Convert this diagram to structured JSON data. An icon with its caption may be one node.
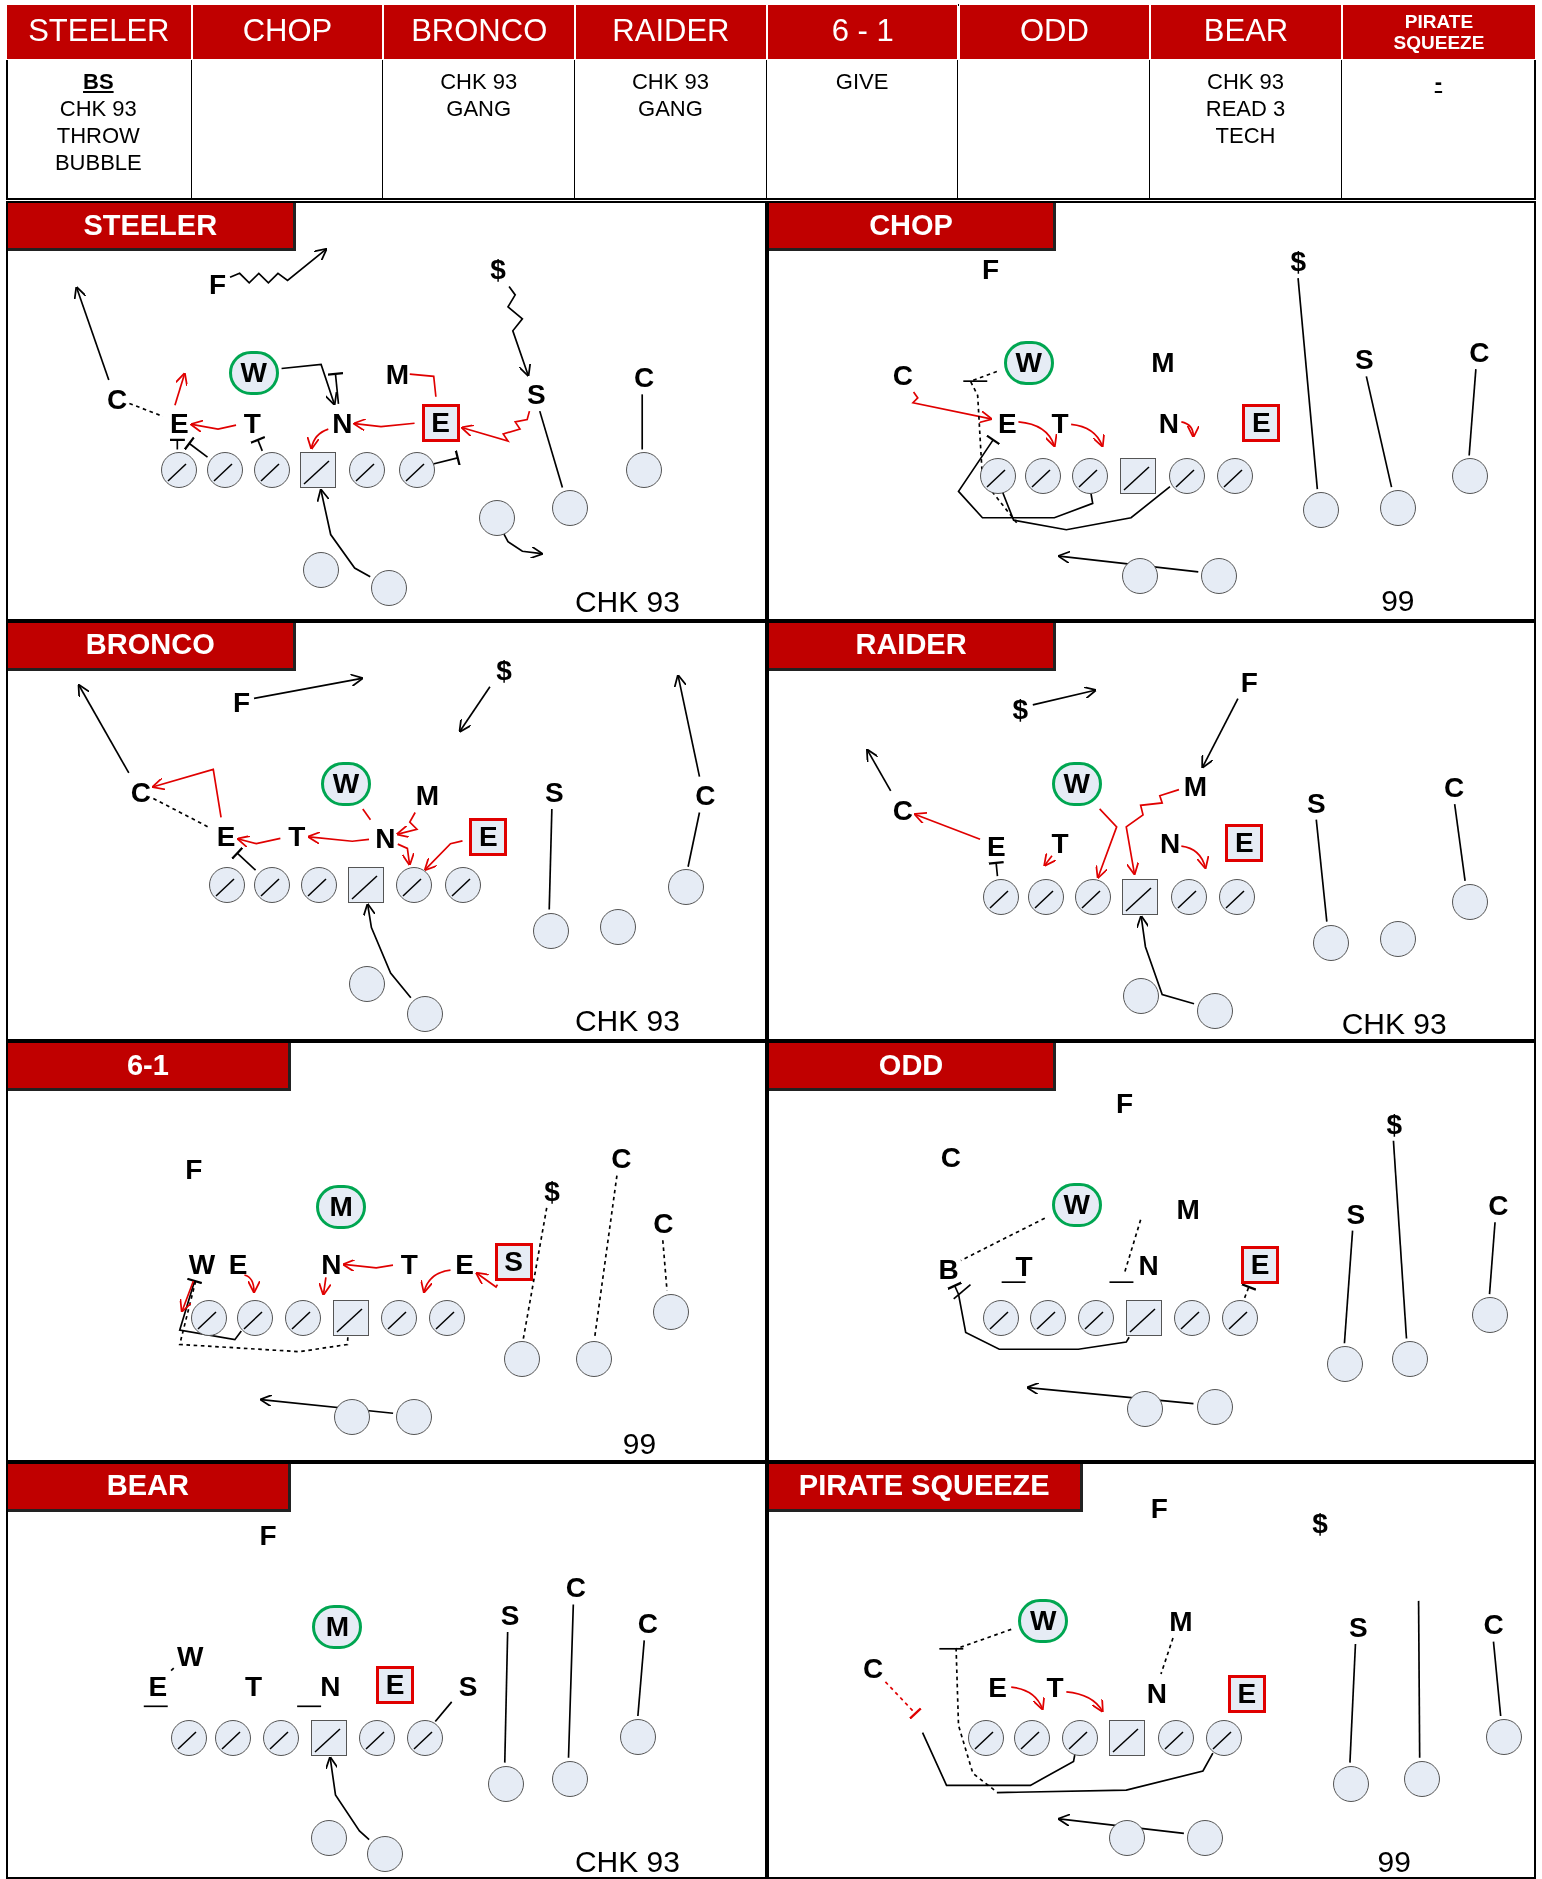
{
  "diagram": {
    "nodes": [
      {
        "text": [
          "STEELER",
          "CHK 93"
        ]
      },
      {
        "text": [
          "CHOP",
          "99"
        ]
      },
      {
        "text": [
          "BRONCO",
          "CHK 93"
        ]
      },
      {
        "text": [
          "RAIDER",
          "CHK 93"
        ]
      },
      {
        "text": [
          "6-1",
          "99"
        ]
      },
      {
        "text": [
          "ODD"
        ]
      },
      {
        "text": [
          "BEAR",
          "CHK 93"
        ]
      },
      {
        "text": [
          "PIRATE SQUEEZE",
          "99"
        ]
      },
      {
        "text": [
          "F"
        ],
        "in": 0
      },
      {
        "text": [
          "$"
        ],
        "in": 0
      },
      {
        "text": [
          "W"
        ],
        "in": 0
      },
      {
        "text": [
          "M"
        ],
        "in": 0
      },
      {
        "text": [
          "C"
        ],
        "in": 0
      },
      {
        "text": [
          "E"
        ],
        "in": 0
      },
      {
        "text": [
          "T"
        ],
        "in": 0
      },
      {
        "text": [
          "N"
        ],
        "in": 0
      },
      {
        "text": [
          "E"
        ],
        "in": 0
      },
      {
        "text": [
          "S"
        ],
        "in": 0
      },
      {
        "text": [
          "C"
        ],
        "in": 0
      },
      {
        "text": [
          "F"
        ],
        "in": 1
      },
      {
        "text": [
          "$"
        ],
        "in": 1
      },
      {
        "text": [
          "C"
        ],
        "in": 1
      },
      {
        "text": [
          "W"
        ],
        "in": 1
      },
      {
        "text": [
          "M"
        ],
        "in": 1
      },
      {
        "text": [
          "S"
        ],
        "in": 1
      },
      {
        "text": [
          "C"
        ],
        "in": 1
      },
      {
        "text": [
          "E"
        ],
        "in": 1
      },
      {
        "text": [
          "T"
        ],
        "in": 1
      },
      {
        "text": [
          "N"
        ],
        "in": 1
      },
      {
        "text": [
          "E"
        ],
        "in": 1
      },
      {
        "text": [
          "F"
        ],
        "in": 2
      },
      {
        "text": [
          "$"
        ],
        "in": 2
      },
      {
        "text": [
          "C"
        ],
        "in": 2
      },
      {
        "text": [
          "W"
        ],
        "in": 2
      },
      {
        "text": [
          "M"
        ],
        "in": 2
      },
      {
        "text": [
          "S"
        ],
        "in": 2
      },
      {
        "text": [
          "C"
        ],
        "in": 2
      },
      {
        "text": [
          "E"
        ],
        "in": 2
      },
      {
        "text": [
          "T"
        ],
        "in": 2
      },
      {
        "text": [
          "N"
        ],
        "in": 2
      },
      {
        "text": [
          "E"
        ],
        "in": 2
      },
      {
        "text": [
          "$"
        ],
        "in": 3
      },
      {
        "text": [
          "F"
        ],
        "in": 3
      },
      {
        "text": [
          "C"
        ],
        "in": 3
      },
      {
        "text": [
          "W"
        ],
        "in": 3
      },
      {
        "text": [
          "M"
        ],
        "in": 3
      },
      {
        "text": [
          "S"
        ],
        "in": 3
      },
      {
        "text": [
          "C"
        ],
        "in": 3
      },
      {
        "text": [
          "E"
        ],
        "in": 3
      },
      {
        "text": [
          "T"
        ],
        "in": 3
      },
      {
        "text": [
          "N"
        ],
        "in": 3
      },
      {
        "text": [
          "E"
        ],
        "in": 3
      },
      {
        "text": [
          "F"
        ],
        "in": 4
      },
      {
        "text": [
          "M"
        ],
        "in": 4
      },
      {
        "text": [
          "$"
        ],
        "in": 4
      },
      {
        "text": [
          "C"
        ],
        "in": 4
      },
      {
        "text": [
          "C"
        ],
        "in": 4
      },
      {
        "text": [
          "W"
        ],
        "in": 4
      },
      {
        "text": [
          "E"
        ],
        "in": 4
      },
      {
        "text": [
          "N"
        ],
        "in": 4
      },
      {
        "text": [
          "T"
        ],
        "in": 4
      },
      {
        "text": [
          "E"
        ],
        "in": 4
      },
      {
        "text": [
          "S"
        ],
        "in": 4
      },
      {
        "text": [
          "F"
        ],
        "in": 5
      },
      {
        "text": [
          "$"
        ],
        "in": 5
      },
      {
        "text": [
          "C"
        ],
        "in": 5
      },
      {
        "text": [
          "W"
        ],
        "in": 5
      },
      {
        "text": [
          "M"
        ],
        "in": 5
      },
      {
        "text": [
          "S"
        ],
        "in": 5
      },
      {
        "text": [
          "C"
        ],
        "in": 5
      },
      {
        "text": [
          "B"
        ],
        "in": 5
      },
      {
        "text": [
          "T"
        ],
        "in": 5
      },
      {
        "text": [
          "N"
        ],
        "in": 5
      },
      {
        "text": [
          "E"
        ],
        "in": 5
      },
      {
        "text": [
          "F"
        ],
        "in": 6
      },
      {
        "text": [
          "M"
        ],
        "in": 6
      },
      {
        "text": [
          "C"
        ],
        "in": 6
      },
      {
        "text": [
          "S"
        ],
        "in": 6
      },
      {
        "text": [
          "C"
        ],
        "in": 6
      },
      {
        "text": [
          "W"
        ],
        "in": 6
      },
      {
        "text": [
          "E"
        ],
        "in": 6
      },
      {
        "text": [
          "T"
        ],
        "in": 6
      },
      {
        "text": [
          "N"
        ],
        "in": 6
      },
      {
        "text": [
          "E"
        ],
        "in": 6
      },
      {
        "text": [
          "S"
        ],
        "in": 6
      },
      {
        "text": [
          "F"
        ],
        "in": 7
      },
      {
        "text": [
          "$"
        ],
        "in": 7
      },
      {
        "text": [
          "W"
        ],
        "in": 7
      },
      {
        "text": [
          "M"
        ],
        "in": 7
      },
      {
        "text": [
          "C"
        ],
        "in": 7
      },
      {
        "text": [
          "S"
        ],
        "in": 7
      },
      {
        "text": [
          "C"
        ],
        "in": 7
      },
      {
        "text": [
          "E"
        ],
        "in": 7
      },
      {
        "text": [
          "T"
        ],
        "in": 7
      },
      {
        "text": [
          "N"
        ],
        "in": 7
      },
      {
        "text": [
          "E"
        ],
        "in": 7
      },
      {
        "text": [],
        "shape": "circle",
        "in": 0
      },
      {
        "text": [],
        "shape": "circle",
        "in": 0
      },
      {
        "text": [],
        "shape": "circle",
        "in": 0
      },
      {
        "text": [],
        "shape": "box",
        "in": 0
      },
      {
        "text": [],
        "shape": "circle",
        "in": 0
      },
      {
        "text": [],
        "shape": "circle",
        "in": 0
      },
      {
        "text": [],
        "shape": "circle",
        "in": 0
      },
      {
        "text": [],
        "shape": "circle",
        "in": 0
      },
      {
        "text": [],
        "shape": "circle",
        "in": 0
      },
      {
        "text": [],
        "shape": "circle",
        "in": 0
      },
      {
        "text": [],
        "shape": "circle",
        "in": 0
      },
      {
        "text": [],
        "shape": "circle",
        "in": 1
      },
      {
        "text": [],
        "shape": "circle",
        "in": 1
      },
      {
        "text": [],
        "shape": "circle",
        "in": 1
      },
      {
        "text": [],
        "shape": "box",
        "in": 1
      },
      {
        "text": [],
        "shape": "circle",
        "in": 1
      },
      {
        "text": [],
        "shape": "circle",
        "in": 1
      },
      {
        "text": [],
        "shape": "circle",
        "in": 1
      },
      {
        "text": [],
        "shape": "circle",
        "in": 1
      },
      {
        "text": [],
        "shape": "circle",
        "in": 1
      },
      {
        "text": [],
        "shape": "circle",
        "in": 1
      },
      {
        "text": [],
        "shape": "circle",
        "in": 1
      },
      {
        "text": [],
        "shape": "circle",
        "in": 2
      },
      {
        "text": [],
        "shape": "circle",
        "in": 2
      },
      {
        "text": [],
        "shape": "circle",
        "in": 2
      },
      {
        "text": [],
        "shape": "box",
        "in": 2
      },
      {
        "text": [],
        "shape": "circle",
        "in": 2
      },
      {
        "text": [],
        "shape": "circle",
        "in": 2
      },
      {
        "text": [],
        "shape": "circle",
        "in": 2
      },
      {
        "text": [],
        "shape": "circle",
        "in": 2
      },
      {
        "text": [],
        "shape": "circle",
        "in": 2
      },
      {
        "text": [],
        "shape": "circle",
        "in": 2
      },
      {
        "text": [],
        "shape": "circle",
        "in": 2
      },
      {
        "text": [],
        "shape": "circle",
        "in": 3
      },
      {
        "text": [],
        "shape": "circle",
        "in": 3
      },
      {
        "text": [],
        "shape": "circle",
        "in": 3
      },
      {
        "text": [],
        "shape": "box",
        "in": 3
      },
      {
        "text": [],
        "shape": "circle",
        "in": 3
      },
      {
        "text": [],
        "shape": "circle",
        "in": 3
      },
      {
        "text": [],
        "shape": "circle",
        "in": 3
      },
      {
        "text": [],
        "shape": "circle",
        "in": 3
      },
      {
        "text": [],
        "shape": "circle",
        "in": 3
      },
      {
        "text": [],
        "shape": "circle",
        "in": 3
      },
      {
        "text": [],
        "shape": "circle",
        "in": 3
      },
      {
        "text": [],
        "shape": "circle",
        "in": 4
      },
      {
        "text": [],
        "shape": "circle",
        "in": 4
      },
      {
        "text": [],
        "shape": "circle",
        "in": 4
      },
      {
        "text": [],
        "shape": "box",
        "in": 4
      },
      {
        "text": [],
        "shape": "circle",
        "in": 4
      },
      {
        "text": [],
        "shape": "circle",
        "in": 4
      },
      {
        "text": [],
        "shape": "circle",
        "in": 4
      },
      {
        "text": [],
        "shape": "circle",
        "in": 4
      },
      {
        "text": [],
        "shape": "circle",
        "in": 4
      },
      {
        "text": [],
        "shape": "circle",
        "in": 4
      },
      {
        "text": [],
        "shape": "circle",
        "in": 4
      },
      {
        "text": [],
        "shape": "circle",
        "in": 5
      },
      {
        "text": [],
        "shape": "circle",
        "in": 5
      },
      {
        "text": [],
        "shape": "circle",
        "in": 5
      },
      {
        "text": [],
        "shape": "box",
        "in": 5
      },
      {
        "text": [],
        "shape": "circle",
        "in": 5
      },
      {
        "text": [],
        "shape": "circle",
        "in": 5
      },
      {
        "text": [],
        "shape": "circle",
        "in": 5
      },
      {
        "text": [],
        "shape": "circle",
        "in": 5
      },
      {
        "text": [],
        "shape": "circle",
        "in": 5
      },
      {
        "text": [],
        "shape": "circle",
        "in": 5
      },
      {
        "text": [],
        "shape": "circle",
        "in": 5
      },
      {
        "text": [],
        "shape": "circle",
        "in": 6
      },
      {
        "text": [],
        "shape": "circle",
        "in": 6
      },
      {
        "text": [],
        "shape": "circle",
        "in": 6
      },
      {
        "text": [],
        "shape": "box",
        "in": 6
      },
      {
        "text": [],
        "shape": "circle",
        "in": 6
      },
      {
        "text": [],
        "shape": "circle",
        "in": 6
      },
      {
        "text": [],
        "shape": "circle",
        "in": 6
      },
      {
        "text": [],
        "shape": "circle",
        "in": 6
      },
      {
        "text": [],
        "shape": "circle",
        "in": 6
      },
      {
        "text": [],
        "shape": "circle",
        "in": 6
      },
      {
        "text": [],
        "shape": "circle",
        "in": 6
      },
      {
        "text": [],
        "shape": "circle",
        "in": 7
      },
      {
        "text": [],
        "shape": "circle",
        "in": 7
      },
      {
        "text": [],
        "shape": "circle",
        "in": 7
      },
      {
        "text": [],
        "shape": "box",
        "in": 7
      },
      {
        "text": [],
        "shape": "circle",
        "in": 7
      },
      {
        "text": [],
        "shape": "circle",
        "in": 7
      },
      {
        "text": [],
        "shape": "circle",
        "in": 7
      },
      {
        "text": [],
        "shape": "circle",
        "in": 7
      },
      {
        "text": [],
        "shape": "circle",
        "in": 7
      },
      {
        "text": [],
        "shape": "circle",
        "in": 7
      },
      {
        "text": [],
        "shape": "circle",
        "in": 7
      }
    ],
    "edges": [
      {
        "from": 12,
        "to": null,
        "arrow": "to"
      },
      {
        "from": 12,
        "to": 13,
        "arrow": "none",
        "style": "dashed"
      },
      {
        "from": 8,
        "to": null,
        "arrow": "to"
      },
      {
        "from": 9,
        "to": 17,
        "arrow": "to"
      },
      {
        "from": 10,
        "to": 15,
        "arrow": "to"
      },
      {
        "from": 15,
        "to": null,
        "arrow": "other"
      },
      {
        "from": 11,
        "to": 16,
        "arrow": "none",
        "color": "#e00000"
      },
      {
        "from": 16,
        "to": 15,
        "arrow": "to",
        "color": "#e00000"
      },
      {
        "from": 17,
        "to": 103,
        "arrow": "none"
      },
      {
        "from": 18,
        "to": 104,
        "arrow": "none"
      },
      {
        "from": 106,
        "to": 99,
        "arrow": "to"
      },
      {
        "from": 102,
        "to": null,
        "arrow": "to"
      },
      {
        "from": 96,
        "to": 13,
        "arrow": "other"
      },
      {
        "from": 97,
        "to": null,
        "arrow": "other"
      },
      {
        "from": 98,
        "to": 14,
        "arrow": "other"
      },
      {
        "from": 101,
        "to": null,
        "arrow": "other"
      },
      {
        "from": 20,
        "to": 113,
        "arrow": "none"
      },
      {
        "from": 24,
        "to": 114,
        "arrow": "none"
      },
      {
        "from": 25,
        "to": 115,
        "arrow": "none"
      },
      {
        "from": 21,
        "to": 26,
        "arrow": "to",
        "color": "#e00000"
      },
      {
        "from": 22,
        "to": null,
        "arrow": "none",
        "style": "dashed"
      },
      {
        "from": 117,
        "to": null,
        "arrow": "to"
      },
      {
        "from": 109,
        "to": 26,
        "arrow": "other"
      },
      {
        "from": 107,
        "to": 111,
        "arrow": "none"
      },
      {
        "from": 32,
        "to": null,
        "arrow": "to"
      },
      {
        "from": 32,
        "to": 37,
        "arrow": "none",
        "style": "dashed"
      },
      {
        "from": 30,
        "to": null,
        "arrow": "to"
      },
      {
        "from": 31,
        "to": null,
        "arrow": "to"
      },
      {
        "from": 37,
        "to": 32,
        "arrow": "to",
        "color": "#e00000"
      },
      {
        "from": 33,
        "to": 39,
        "arrow": "none",
        "color": "#e00000"
      },
      {
        "from": 34,
        "to": 39,
        "arrow": "to",
        "color": "#e00000"
      },
      {
        "from": 35,
        "to": 124,
        "arrow": "none"
      },
      {
        "from": 36,
        "to": 126,
        "arrow": "none"
      },
      {
        "from": 36,
        "to": null,
        "arrow": "to"
      },
      {
        "from": 128,
        "to": 121,
        "arrow": "to"
      },
      {
        "from": 119,
        "to": null,
        "arrow": "other"
      },
      {
        "from": 43,
        "to": null,
        "arrow": "to"
      },
      {
        "from": 48,
        "to": 43,
        "arrow": "to",
        "color": "#e00000"
      },
      {
        "from": 41,
        "to": null,
        "arrow": "to"
      },
      {
        "from": 42,
        "to": 45,
        "arrow": "to"
      },
      {
        "from": 44,
        "to": 131,
        "arrow": "to",
        "color": "#e00000"
      },
      {
        "from": 45,
        "to": 132,
        "arrow": "to",
        "color": "#e00000"
      },
      {
        "from": 46,
        "to": 135,
        "arrow": "none"
      },
      {
        "from": 47,
        "to": 137,
        "arrow": "none"
      },
      {
        "from": 139,
        "to": 132,
        "arrow": "to"
      },
      {
        "from": 129,
        "to": 48,
        "arrow": "other"
      },
      {
        "from": 54,
        "to": 146,
        "arrow": "none",
        "style": "dashed"
      },
      {
        "from": 55,
        "to": 147,
        "arrow": "none",
        "style": "dashed"
      },
      {
        "from": 56,
        "to": 148,
        "arrow": "none",
        "style": "dashed"
      },
      {
        "from": 150,
        "to": null,
        "arrow": "to"
      },
      {
        "from": 141,
        "to": 57,
        "arrow": "other"
      },
      {
        "from": 143,
        "to": 57,
        "arrow": "none",
        "style": "dashed"
      },
      {
        "from": 66,
        "to": 70,
        "arrow": "none",
        "style": "dashed"
      },
      {
        "from": 68,
        "to": 157,
        "arrow": "none"
      },
      {
        "from": 64,
        "to": 158,
        "arrow": "none"
      },
      {
        "from": 69,
        "to": 159,
        "arrow": "none"
      },
      {
        "from": 161,
        "to": null,
        "arrow": "to"
      },
      {
        "from": 154,
        "to": 70,
        "arrow": "other"
      },
      {
        "from": 156,
        "to": 73,
        "arrow": "other",
        "style": "dashed"
      },
      {
        "from": 79,
        "to": 80,
        "arrow": "none",
        "style": "dashed"
      },
      {
        "from": 77,
        "to": 168,
        "arrow": "none"
      },
      {
        "from": 76,
        "to": 169,
        "arrow": "none"
      },
      {
        "from": 78,
        "to": 170,
        "arrow": "none"
      },
      {
        "from": 172,
        "to": 165,
        "arrow": "to"
      },
      {
        "from": 84,
        "to": 167,
        "arrow": "none"
      },
      {
        "from": 87,
        "to": null,
        "arrow": "none",
        "style": "dashed"
      },
      {
        "from": 89,
        "to": null,
        "arrow": "other",
        "style": "dashed",
        "color": "#e00000"
      },
      {
        "from": 88,
        "to": 94,
        "arrow": "none",
        "style": "dashed"
      },
      {
        "from": 90,
        "to": 179,
        "arrow": "none"
      },
      {
        "from": 91,
        "to": 181,
        "arrow": "none"
      },
      {
        "from": 183,
        "to": null,
        "arrow": "to"
      },
      {
        "from": 175,
        "to": null,
        "arrow": "none"
      },
      {
        "from": 178,
        "to": null,
        "arrow": "none"
      },
      {
        "from": null,
        "to": 180,
        "arrow": "none"
      },
      {
        "from": 17,
        "to": 16,
        "arrow": "to",
        "color": "#e00000"
      },
      {
        "from": 60,
        "to": 59,
        "arrow": "to",
        "color": "#e00000"
      },
      {
        "from": 38,
        "to": 37,
        "arrow": "to",
        "color": "#e00000"
      },
      {
        "from": 40,
        "to": 122,
        "arrow": "to",
        "color": "#e00000"
      },
      {
        "from": 39,
        "to": 38,
        "arrow": "to",
        "color": "#e00000"
      },
      {
        "from": 14,
        "to": 13,
        "arrow": "to",
        "color": "#e00000"
      },
      {
        "from": 62,
        "to": 61,
        "arrow": "to",
        "color": "#e00000"
      },
      {
        "from": 39,
        "to": 122,
        "arrow": "to",
        "color": "#e00000"
      },
      {
        "from": 57,
        "to": null,
        "arrow": "to",
        "color": "#e00000"
      }
    ],
    "labels": [
      "STEELER",
      "CHOP",
      "BRONCO",
      "RAIDER",
      "6 - 1",
      "ODD",
      "BEAR",
      "PIRATE SQUEEZE",
      "BS",
      "CHK 93 THROW BUBBLE",
      "CHK 93 GANG",
      "CHK 93 GANG",
      "GIVE",
      "CHK 93 READ 3 TECH",
      "-"
    ]
  }
}
